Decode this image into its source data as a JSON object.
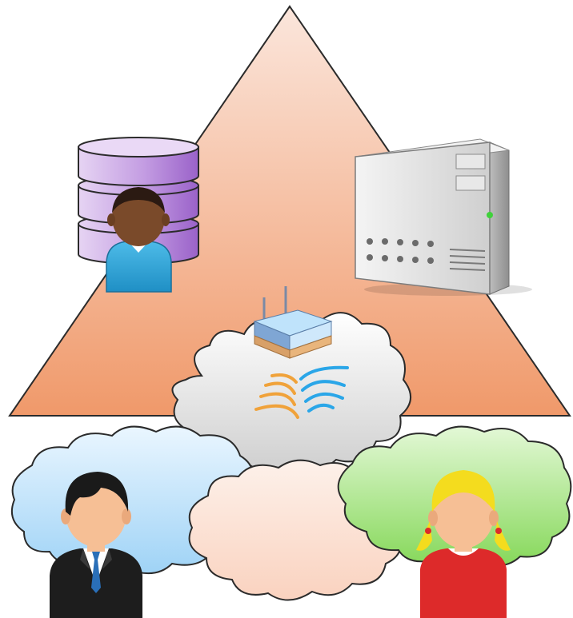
{
  "diagram": {
    "background": "#ffffff",
    "triangle": {
      "color_top": "#fbe3d9",
      "color_bottom": "#f09f70",
      "stroke": "#2b2b2b"
    },
    "nodes": [
      {
        "id": "database",
        "icon": "database-icon",
        "color": "#b48ad6"
      },
      {
        "id": "db-user",
        "icon": "person-icon",
        "shirt": "#29a3d8",
        "skin": "#7a4a2a"
      },
      {
        "id": "server",
        "icon": "server-tower-icon",
        "color": "#e4e4e4"
      },
      {
        "id": "router",
        "icon": "wireless-router-icon",
        "color": "#8fb3dc"
      },
      {
        "id": "cloud-center",
        "icon": "cloud-icon",
        "color": "#e6e6e6"
      },
      {
        "id": "cloud-left",
        "icon": "cloud-icon",
        "color": "#bfe3fb"
      },
      {
        "id": "cloud-middle",
        "icon": "cloud-icon",
        "color": "#fde4d7"
      },
      {
        "id": "cloud-right",
        "icon": "cloud-icon",
        "color": "#9fe07a"
      },
      {
        "id": "businessman",
        "icon": "businessman-icon",
        "suit": "#1d1d1d",
        "tie": "#2a6fb8"
      },
      {
        "id": "girl",
        "icon": "girl-icon",
        "dress": "#dd2a2a",
        "hair": "#f4dc1e"
      }
    ],
    "signals": {
      "orange": "#f0a23a",
      "blue": "#2aa6e8"
    }
  }
}
